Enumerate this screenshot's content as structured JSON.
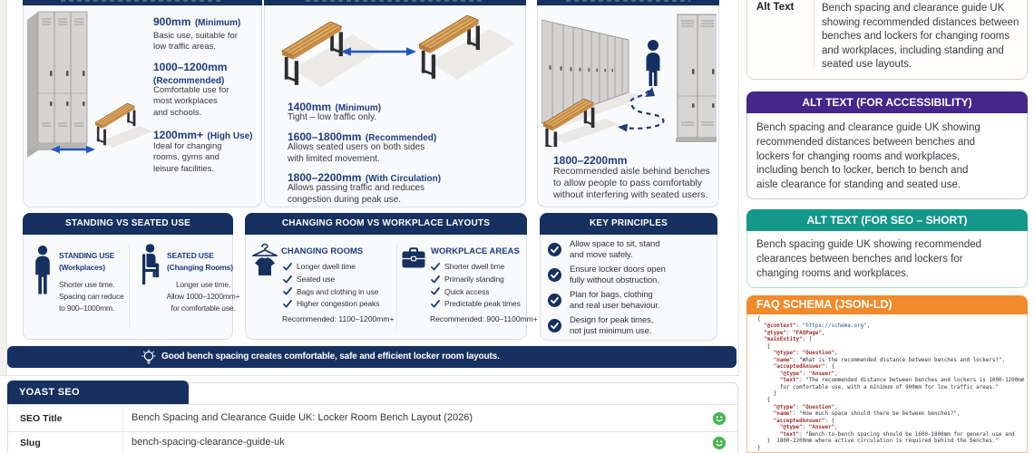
{
  "infographic": {
    "top_cards": [
      {
        "measures": [
          {
            "value": "900mm",
            "qualifier": "(Minimum)",
            "desc": "Basic use, suitable for low traffic areas."
          },
          {
            "value": "1000–1200mm",
            "qualifier": "(Recommended)",
            "desc": "Comfortable use for\nmost workplaces\nand schools."
          },
          {
            "value": "1200mm+",
            "qualifier": "(High Use)",
            "desc": "Ideal for changing\nrooms, gyms and\nleisure facilities."
          }
        ]
      },
      {
        "measures": [
          {
            "value": "1400mm",
            "qualifier": "(Minimum)",
            "desc": "Tight – low traffic only."
          },
          {
            "value": "1600–1800mm",
            "qualifier": "(Recommended)",
            "desc": "Allows seated users on both sides\nwith limited movement."
          },
          {
            "value": "1800–2200mm",
            "qualifier": "(With Circulation)",
            "desc": "Allows passing traffic and reduces\ncongestion during peak use."
          }
        ]
      },
      {
        "measure": {
          "value": "1800–2200mm",
          "desc": "Recommended aisle behind benches\nto allow people to pass comfortably\nwithout interfering with seated users."
        }
      }
    ],
    "standing_seated": {
      "title": "STANDING VS SEATED USE",
      "left": {
        "title": "STANDING USE",
        "subtitle": "(Workplaces)",
        "desc": "Shorter use time.\nSpacing can reduce\nto 900–1000mm."
      },
      "right": {
        "title": "SEATED USE",
        "subtitle": "(Changing Rooms)",
        "desc": "Longer use time.\nAllow 1000–1200mm+\nfor comfortable use."
      }
    },
    "room_layouts": {
      "title": "CHANGING ROOM VS WORKPLACE LAYOUTS",
      "left": {
        "title": "CHANGING ROOMS",
        "items": [
          "Longer dwell time",
          "Seated use",
          "Bags and clothing in use",
          "Higher congestion peaks"
        ],
        "recommended": "Recommended: 1100–1200mm+"
      },
      "right": {
        "title": "WORKPLACE AREAS",
        "items": [
          "Shorter dwell time",
          "Primarily standing",
          "Quick access",
          "Predictable peak times"
        ],
        "recommended": "Recommended: 900–1100mm+"
      }
    },
    "key_principles": {
      "title": "KEY PRINCIPLES",
      "items": [
        "Allow space to sit, stand\nand move safely.",
        "Ensure locker doors open\nfully without obstruction.",
        "Plan for bags, clothing\nand real user behaviour.",
        "Design for peak times,\nnot just minimum use."
      ]
    },
    "footer": "Good bench spacing creates comfortable, safe and efficient locker room layouts."
  },
  "yoast": {
    "title": "YOAST SEO",
    "rows": [
      {
        "label": "SEO Title",
        "value": "Bench Spacing and Clearance Guide UK: Locker Room Bench Layout (2026)"
      },
      {
        "label": "Slug",
        "value": "bench-spacing-clearance-guide-uk"
      }
    ]
  },
  "alt_table": {
    "label": "Alt Text",
    "value": "Bench spacing and clearance guide UK showing recommended distances between benches and lockers for changing rooms and workplaces, including standing and seated use layouts."
  },
  "alt_accessibility": {
    "title": "ALT TEXT (FOR ACCESSIBILITY)",
    "body": "Bench spacing and clearance guide UK showing recommended distances between benches and lockers for changing rooms and workplaces, including bench to locker, bench to bench and aisle clearance for standing and seated use."
  },
  "alt_seo": {
    "title": "ALT TEXT (FOR SEO – SHORT)",
    "body": "Bench spacing guide UK showing recommended clearances between benches and lockers for changing rooms and workplaces."
  },
  "faq": {
    "title": "FAQ SCHEMA (JSON-LD)",
    "code_lines": [
      [
        [
          "{",
          "p"
        ]
      ],
      [
        [
          "  ",
          "p"
        ],
        [
          "\"@context\"",
          "k"
        ],
        [
          ": ",
          "p"
        ],
        [
          "\"https://schema.org\"",
          "u"
        ],
        [
          ",",
          "p"
        ]
      ],
      [
        [
          "  ",
          "p"
        ],
        [
          "\"@type\"",
          "k"
        ],
        [
          ": ",
          "p"
        ],
        [
          "\"FAQPage\"",
          "k"
        ],
        [
          ",",
          "p"
        ]
      ],
      [
        [
          "  ",
          "p"
        ],
        [
          "\"mainEntity\"",
          "k"
        ],
        [
          ": [",
          "p"
        ]
      ],
      [
        [
          "   {",
          "p"
        ]
      ],
      [
        [
          "     ",
          "p"
        ],
        [
          "\"@type\"",
          "k"
        ],
        [
          ": ",
          "p"
        ],
        [
          "\"Question\"",
          "k"
        ],
        [
          ",",
          "p"
        ]
      ],
      [
        [
          "     ",
          "p"
        ],
        [
          "\"name\"",
          "k"
        ],
        [
          ": ",
          "p"
        ],
        [
          "\"What is the recommended distance between benches and lockers?\"",
          "s"
        ],
        [
          ",",
          "p"
        ]
      ],
      [
        [
          "     ",
          "p"
        ],
        [
          "\"acceptedAnswer\"",
          "k"
        ],
        [
          ": {",
          "p"
        ]
      ],
      [
        [
          "       ",
          "p"
        ],
        [
          "\"@type\"",
          "k"
        ],
        [
          ": ",
          "p"
        ],
        [
          "\"Answer\"",
          "k"
        ],
        [
          ",",
          "p"
        ]
      ],
      [
        [
          "       ",
          "p"
        ],
        [
          "\"text\"",
          "k"
        ],
        [
          ": ",
          "p"
        ],
        [
          "\"The recommended distance between benches and lockers is 1000-1200mm",
          "s"
        ]
      ],
      [
        [
          "       for comfortable use, with a minimum of 900mm for low traffic areas.\"",
          "s"
        ]
      ],
      [
        [
          "     }",
          "p"
        ]
      ],
      [
        [
          "   {",
          "p"
        ]
      ],
      [
        [
          "     ",
          "p"
        ],
        [
          "\"@type\"",
          "k"
        ],
        [
          ": ",
          "p"
        ],
        [
          "\"Question\"",
          "k"
        ],
        [
          ",",
          "p"
        ]
      ],
      [
        [
          "     ",
          "p"
        ],
        [
          "\"name\"",
          "k"
        ],
        [
          ": ",
          "p"
        ],
        [
          "\"How much space should there be between benches?\"",
          "s"
        ],
        [
          ",",
          "p"
        ]
      ],
      [
        [
          "     ",
          "p"
        ],
        [
          "\"acceptedAnswer\"",
          "k"
        ],
        [
          ": {",
          "p"
        ]
      ],
      [
        [
          "       ",
          "p"
        ],
        [
          "\"@type\"",
          "k"
        ],
        [
          ": ",
          "p"
        ],
        [
          "\"Answer\"",
          "k"
        ],
        [
          ",",
          "p"
        ]
      ],
      [
        [
          "       ",
          "p"
        ],
        [
          "\"text\"",
          "k"
        ],
        [
          ": ",
          "p"
        ],
        [
          "\"Bench-to-bench spacing should be 1600-1800mm for general use and",
          "s"
        ]
      ],
      [
        [
          "   }  ",
          "p"
        ],
        [
          "1800-2200mm where active circulation is required behind the benches.\"",
          "s"
        ]
      ],
      [
        [
          "}",
          "p"
        ]
      ]
    ]
  }
}
